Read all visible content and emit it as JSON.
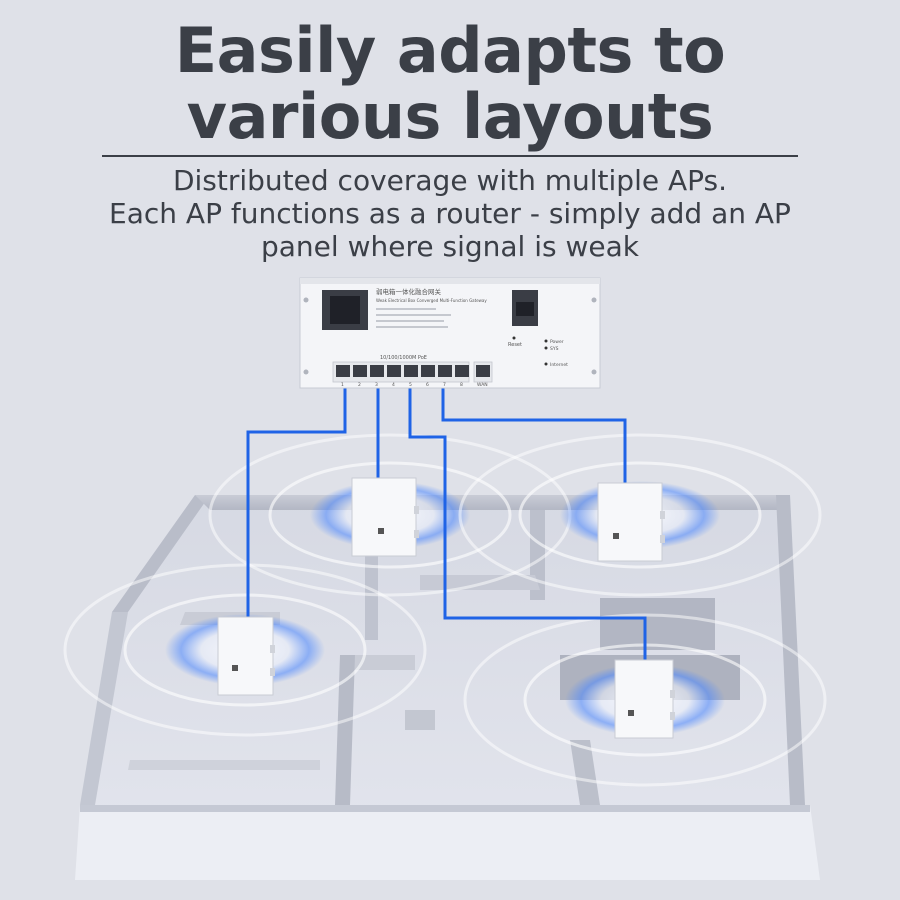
{
  "headline": {
    "line1": "Easily adapts to",
    "line2": "various layouts"
  },
  "subtitle": {
    "line1": "Distributed coverage with multiple APs.",
    "line2": "Each AP functions as a router - simply add an AP",
    "line3": "panel where signal is weak"
  },
  "gateway": {
    "title_cn": "弱电箱一体化融合网关",
    "title_en": "Weak Electrical Box Converged Multi-Function Gateway",
    "port_header": "10/100/1000M PoE",
    "wan_label": "WAN",
    "reset_label": "Reset",
    "power_label": "Power",
    "sys_label": "SYS",
    "internet_label": "Internet",
    "port_numbers": [
      "1",
      "2",
      "3",
      "4",
      "5",
      "6",
      "7",
      "8"
    ]
  },
  "colors": {
    "background": "#dfe1e8",
    "heading": "#3b3f47",
    "cable": "#1f63e6",
    "signal_glow": "#4a86ff"
  },
  "icons": [
    "gateway-device",
    "ethernet-port-icon",
    "wall-ap-panel",
    "wifi-signal-rings"
  ]
}
